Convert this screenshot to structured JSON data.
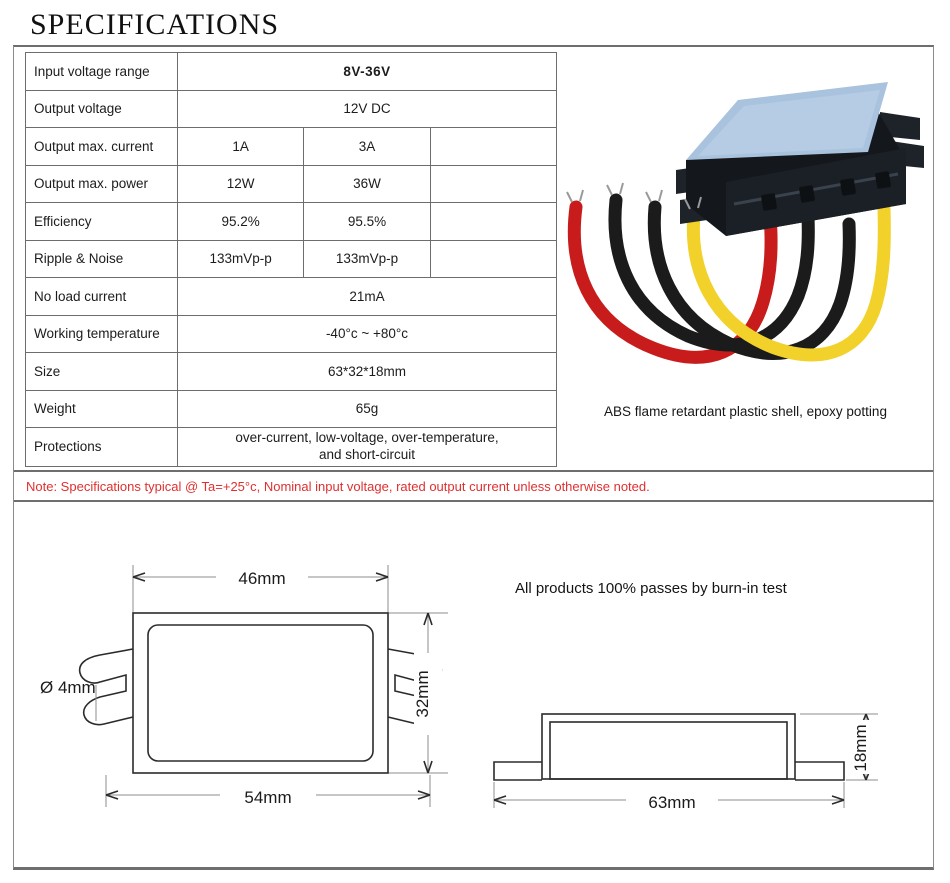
{
  "title": "SPECIFICATIONS",
  "spec_table": {
    "rows": [
      {
        "label": "Input voltage range",
        "merged": true,
        "emphasis": true,
        "value": "8V-36V"
      },
      {
        "label": "Output voltage",
        "merged": true,
        "emphasis": false,
        "value": "12V DC"
      },
      {
        "label": "Output max. current",
        "merged": false,
        "col_a": "1A",
        "col_b": "3A",
        "col_c": ""
      },
      {
        "label": "Output max. power",
        "merged": false,
        "col_a": "12W",
        "col_b": "36W",
        "col_c": ""
      },
      {
        "label": "Efficiency",
        "merged": false,
        "col_a": "95.2%",
        "col_b": "95.5%",
        "col_c": ""
      },
      {
        "label": "Ripple & Noise",
        "merged": false,
        "col_a": "133mVp-p",
        "col_b": "133mVp-p",
        "col_c": ""
      },
      {
        "label": "No load current",
        "merged": true,
        "emphasis": false,
        "value": "21mA"
      },
      {
        "label": "Working temperature",
        "merged": true,
        "emphasis": false,
        "value": "-40°c ~ +80°c"
      },
      {
        "label": "Size",
        "merged": true,
        "emphasis": false,
        "value": "63*32*18mm"
      },
      {
        "label": "Weight",
        "merged": true,
        "emphasis": false,
        "value": "65g"
      },
      {
        "label": "Protections",
        "merged": true,
        "emphasis": false,
        "two_line": true,
        "value_line1": "over-current, low-voltage, over-temperature,",
        "value_line2": "and short-circuit"
      }
    ]
  },
  "note": {
    "text": "Note: Specifications typical @ Ta=+25°c, Nominal input voltage, rated output current unless otherwise noted.",
    "color": "#e03030"
  },
  "product_photo": {
    "caption": "ABS flame retardant plastic shell, epoxy potting",
    "shell_top_color": "#a9c2de",
    "shell_body_color": "#14181d",
    "wires": [
      {
        "name": "wire-red",
        "color": "#c81c1c"
      },
      {
        "name": "wire-black1",
        "color": "#1b1b1b"
      },
      {
        "name": "wire-black2",
        "color": "#1b1b1b"
      },
      {
        "name": "wire-yellow",
        "color": "#f2d22a"
      }
    ]
  },
  "burn_in": {
    "text": "All products 100% passes by burn-in test"
  },
  "drawings": {
    "top_view": {
      "width_inner": "46mm",
      "width_outer": "54mm",
      "height": "32mm",
      "hole": "Ø 4mm"
    },
    "side_view": {
      "width": "63mm",
      "height": "18mm"
    }
  }
}
